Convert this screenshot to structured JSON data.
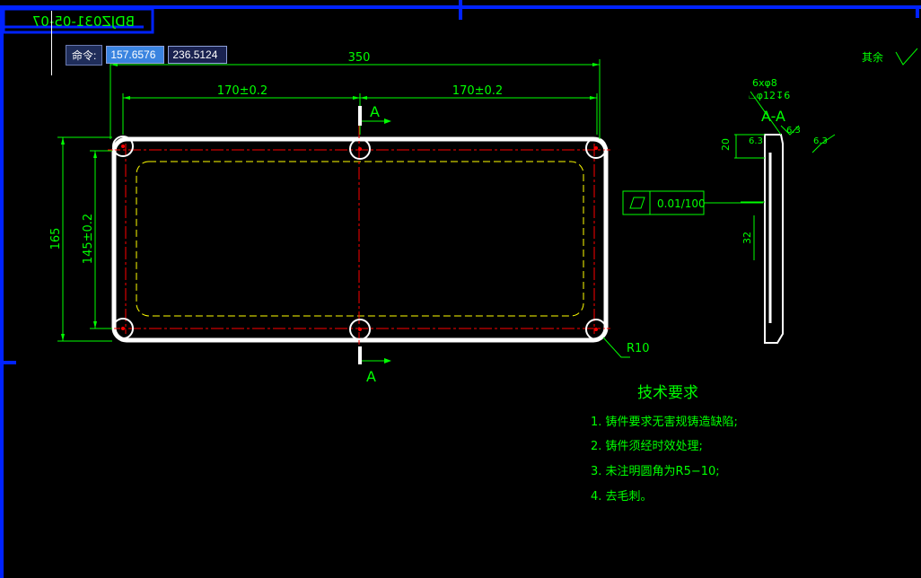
{
  "title_block": {
    "drawing_number_mirrored": "BDJZ031-05-07"
  },
  "command": {
    "label": "命令:",
    "x_value": "157.6576",
    "y_value": "236.5124"
  },
  "dimensions": {
    "overall_width": "350",
    "left_spacing": "170±0.2",
    "right_spacing": "170±0.2",
    "overall_height": "165",
    "inner_height": "145±0.2",
    "corner_radius": "R10",
    "section_top": "A",
    "section_bottom": "A"
  },
  "section_view": {
    "title": "A-A",
    "holes": "6xφ8",
    "counterbore": "⌴φ12↧6",
    "depth": "20",
    "thickness": "32",
    "roughness_a": "6.3",
    "roughness_b": "6.3",
    "roughness_c": "6.3"
  },
  "tolerance_frame": {
    "symbol": "flatness",
    "value": "0.01/100"
  },
  "rest_roughness": {
    "label": "其余"
  },
  "tech_requirements": {
    "title": "技术要求",
    "items": [
      "1. 铸件要求无害规铸造缺陷;",
      "2. 铸件须经时效处理;",
      "3. 未注明圆角为R5−10;",
      "4. 去毛刺。"
    ]
  },
  "colors": {
    "dim": "#00ff00",
    "outline": "#ffffff",
    "center": "#ff0000",
    "hidden": "#ffff00",
    "frame": "#0000ff"
  }
}
